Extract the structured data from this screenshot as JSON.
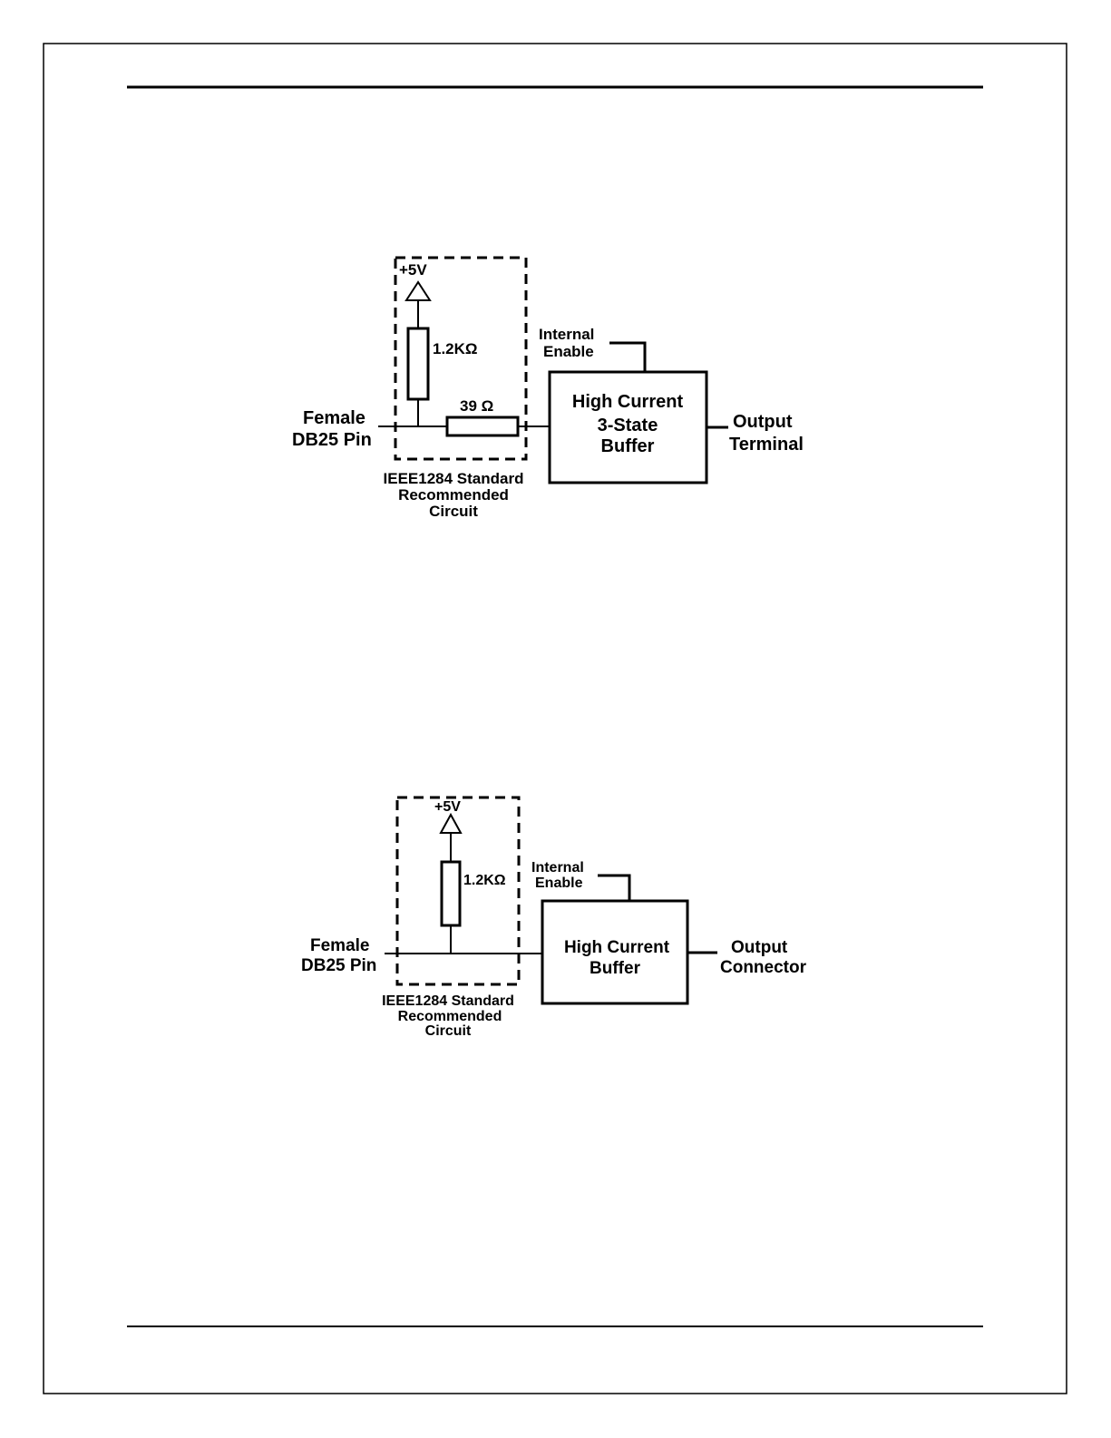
{
  "figure_top": {
    "supply_label": "+5V",
    "pullup_resistor_label": "1.2KΩ",
    "series_resistor_label": "39 Ω",
    "enable_label": [
      "Internal",
      "Enable"
    ],
    "input_label": [
      "Female",
      "DB25 Pin"
    ],
    "buffer_label": [
      "High Current",
      "3-State",
      "Buffer"
    ],
    "output_label": [
      "Output",
      "Terminal"
    ],
    "standard_label": [
      "IEEE1284 Standard",
      "Recommended",
      "Circuit"
    ]
  },
  "figure_bottom": {
    "supply_label": "+5V",
    "pullup_resistor_label": "1.2KΩ",
    "enable_label": [
      "Internal",
      "Enable"
    ],
    "input_label": [
      "Female",
      "DB25 Pin"
    ],
    "buffer_label": [
      "High Current",
      "Buffer"
    ],
    "output_label": [
      "Output",
      "Connector"
    ],
    "standard_label": [
      "IEEE1284 Standard",
      "Recommended",
      "Circuit"
    ]
  },
  "colors": {
    "ink": "#000000",
    "paper": "#ffffff"
  }
}
